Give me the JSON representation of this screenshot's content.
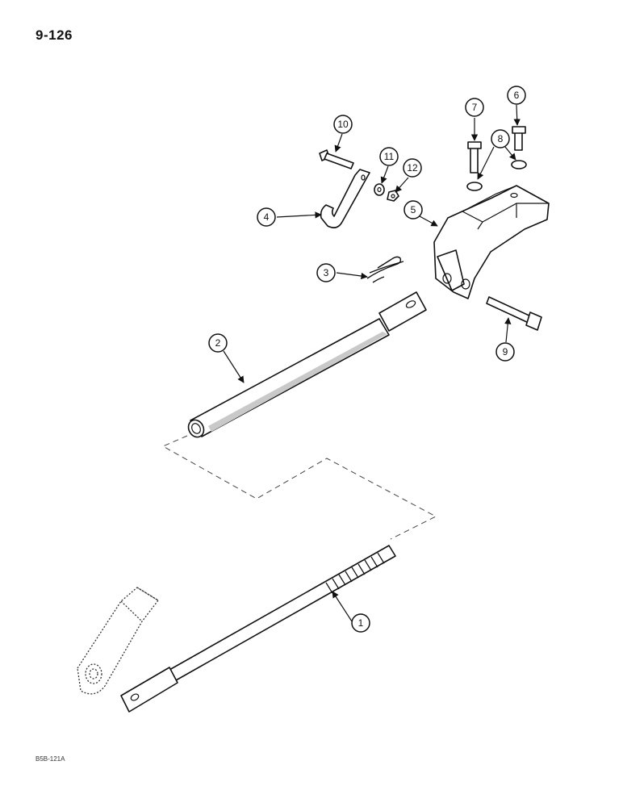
{
  "page": {
    "number": "9-126",
    "drawing_ref": "B5B-121A"
  },
  "callouts": [
    "1",
    "2",
    "3",
    "4",
    "5",
    "6",
    "7",
    "8",
    "9",
    "10",
    "11",
    "12"
  ]
}
